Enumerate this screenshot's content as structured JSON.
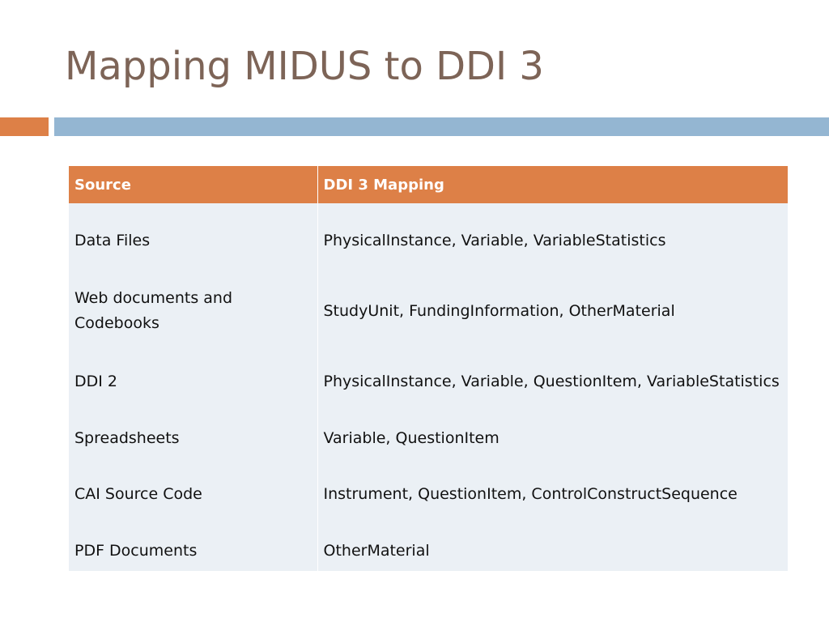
{
  "slide": {
    "title": "Mapping MIDUS to DDI 3"
  },
  "table": {
    "headers": [
      "Source",
      "DDI 3 Mapping"
    ],
    "rows": [
      {
        "source": "Data Files",
        "mapping": "PhysicalInstance, Variable, VariableStatistics"
      },
      {
        "source": "Web documents and Codebooks",
        "mapping": "StudyUnit, FundingInformation, OtherMaterial"
      },
      {
        "source": "DDI 2",
        "mapping": "PhysicalInstance, Variable, QuestionItem, VariableStatistics"
      },
      {
        "source": "Spreadsheets",
        "mapping": "Variable, QuestionItem"
      },
      {
        "source": "CAI Source Code",
        "mapping": "Instrument, QuestionItem, ControlConstructSequence"
      },
      {
        "source": "PDF Documents",
        "mapping": "OtherMaterial"
      }
    ]
  },
  "colors": {
    "title": "#7d6457",
    "accent_orange": "#dd8047",
    "accent_blue": "#94b6d2",
    "row_fill": "#ebf0f5"
  }
}
